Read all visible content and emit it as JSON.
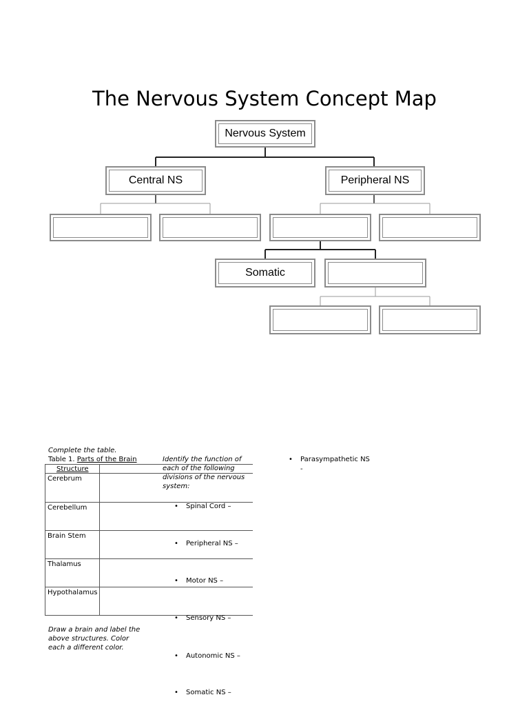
{
  "title": "The Nervous System Concept Map",
  "concept_map": {
    "root": "Nervous System",
    "central": "Central NS",
    "peripheral": "Peripheral NS",
    "somatic": "Somatic",
    "blank": ""
  },
  "worksheet": {
    "instruction": "Complete the table.",
    "table_caption_prefix": "Table 1.",
    "table_caption_rest": "Parts of the Brain",
    "column_header": "Structure",
    "rows": [
      "Cerebrum",
      "Cerebellum",
      "Brain Stem",
      "Thalamus",
      "Hypothalamus"
    ],
    "draw_prompt": [
      "Draw a brain and label the",
      "above structures.  Color",
      "each a different color."
    ]
  },
  "functions": {
    "prompt": [
      "Identify the function of",
      "each of the following",
      "divisions of the nervous",
      "system:"
    ],
    "items": [
      "Spinal Cord –",
      "Peripheral NS –",
      "Motor NS –",
      "Sensory NS –",
      "Autonomic NS –",
      "Somatic NS –"
    ]
  },
  "right_column": {
    "item": "Parasympathetic NS",
    "dash": "-"
  }
}
